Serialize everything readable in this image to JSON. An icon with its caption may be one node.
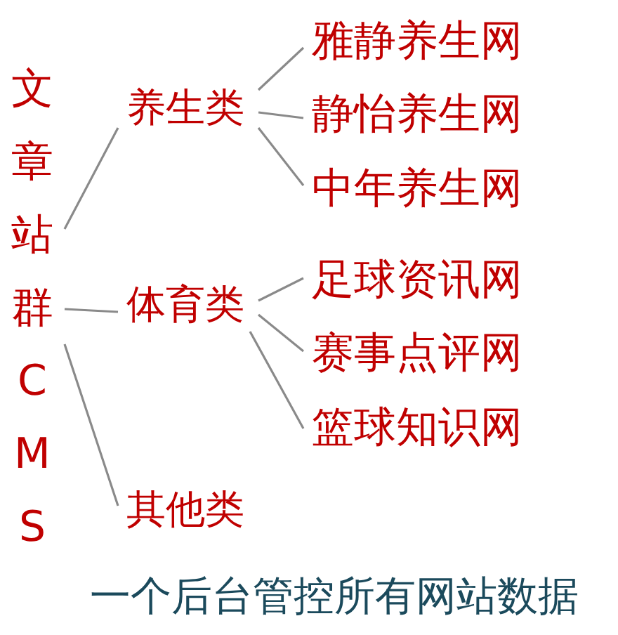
{
  "diagram": {
    "caption": "一个后台管控所有网站数据",
    "nodes": [
      {
        "text": [
          "文章站群CMS"
        ]
      },
      {
        "text": [
          "养生类"
        ]
      },
      {
        "text": [
          "体育类"
        ]
      },
      {
        "text": [
          "其他类"
        ]
      },
      {
        "text": [
          "雅静养生网"
        ]
      },
      {
        "text": [
          "静怡养生网"
        ]
      },
      {
        "text": [
          "中年养生网"
        ]
      },
      {
        "text": [
          "足球资讯网"
        ]
      },
      {
        "text": [
          "赛事点评网"
        ]
      },
      {
        "text": [
          "篮球知识网"
        ]
      }
    ],
    "edges": [
      {
        "from": 0,
        "to": 1,
        "arrow": "none"
      },
      {
        "from": 0,
        "to": 2,
        "arrow": "none"
      },
      {
        "from": 0,
        "to": 3,
        "arrow": "none"
      },
      {
        "from": 1,
        "to": 4,
        "arrow": "none"
      },
      {
        "from": 1,
        "to": 5,
        "arrow": "none"
      },
      {
        "from": 1,
        "to": 6,
        "arrow": "none"
      },
      {
        "from": 2,
        "to": 7,
        "arrow": "none"
      },
      {
        "from": 2,
        "to": 8,
        "arrow": "none"
      },
      {
        "from": 2,
        "to": 9,
        "arrow": "none"
      }
    ]
  }
}
